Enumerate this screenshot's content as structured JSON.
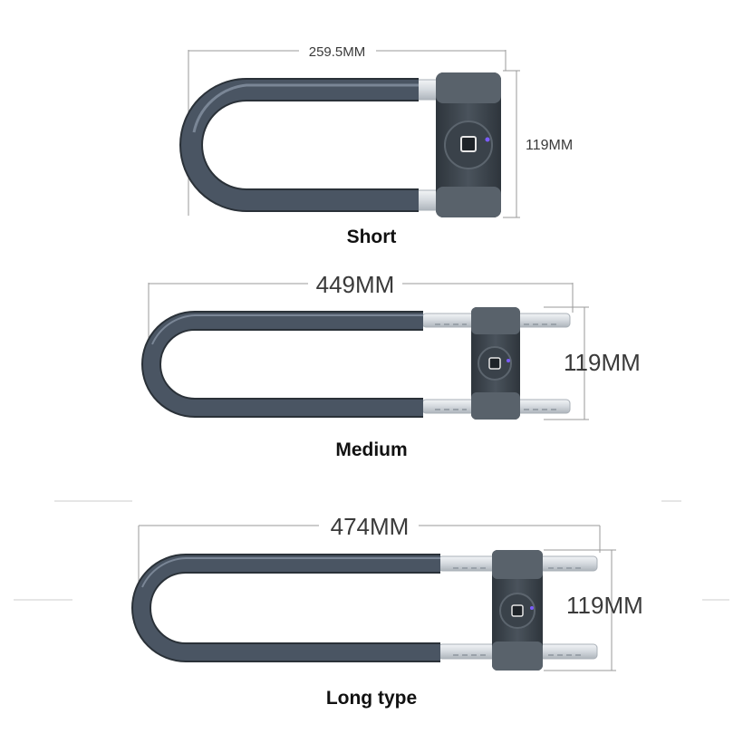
{
  "locks": [
    {
      "name": "short",
      "caption": "Short",
      "length_label": "259.5MM",
      "height_label": "119MM"
    },
    {
      "name": "medium",
      "caption": "Medium",
      "length_label": "449MM",
      "height_label": "119MM"
    },
    {
      "name": "long",
      "caption": "Long type",
      "length_label": "474MM",
      "height_label": "119MM"
    }
  ],
  "colors": {
    "shackle": "#45505e",
    "shackle_highlight": "#7a8696",
    "body": "#3c444c",
    "body_face": "#4c555e",
    "steel": "#d9dde1",
    "steel_edge": "#a9b0b7",
    "fingerprint_led": "#7b5cff",
    "dimension_line": "#9a9a9a"
  }
}
